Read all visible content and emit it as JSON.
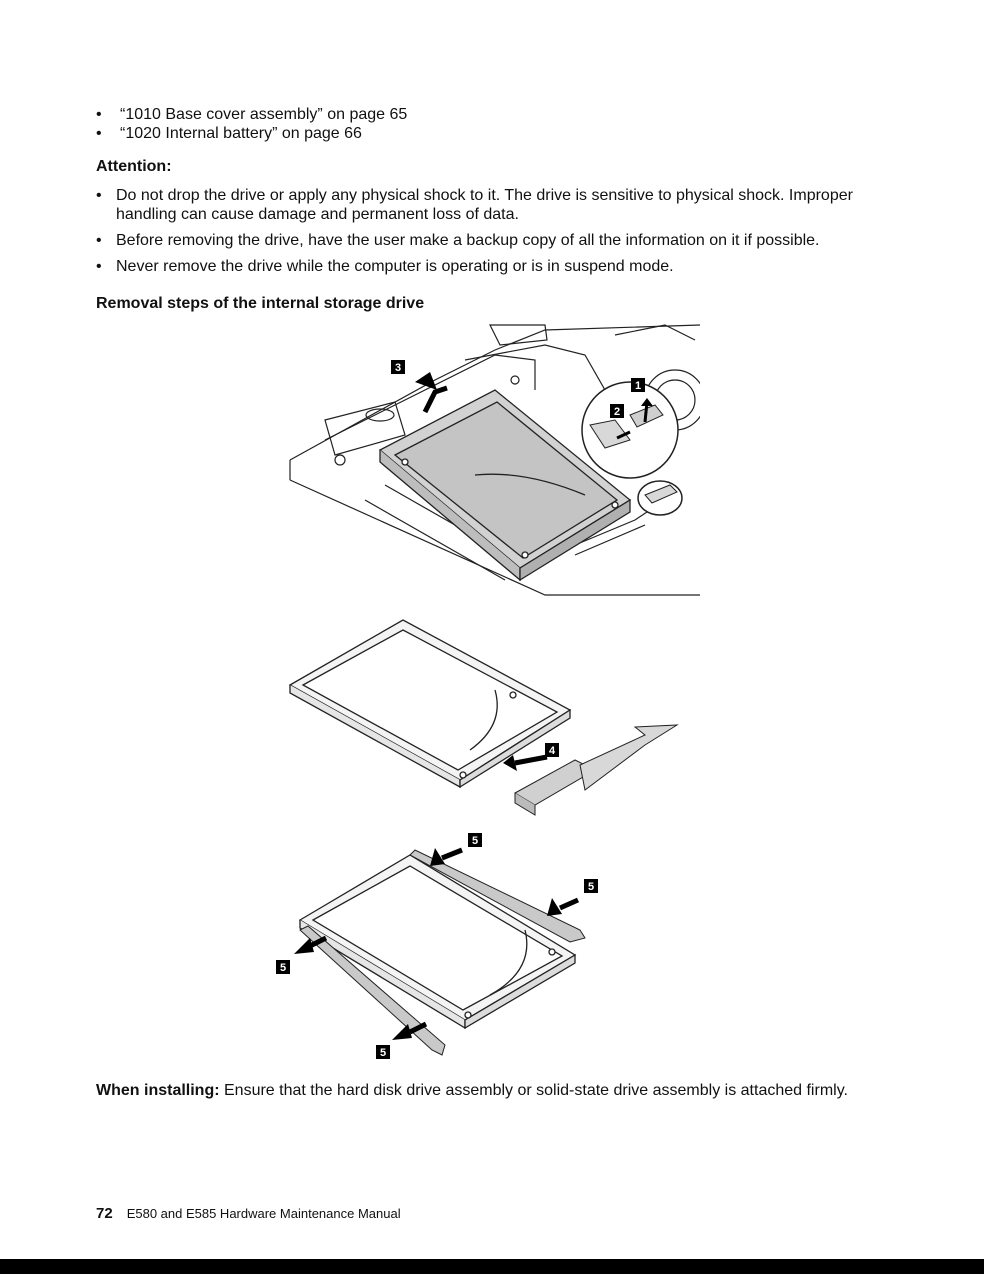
{
  "prerequisites": [
    "“1010 Base cover assembly” on page 65",
    "“1020 Internal battery” on page 66"
  ],
  "attention": {
    "heading": "Attention:",
    "items": [
      "Do not drop the drive or apply any physical shock to it. The drive is sensitive to physical shock. Improper handling can cause damage and permanent loss of data.",
      "Before removing the drive, have the user make a backup copy of all the information on it if possible.",
      "Never remove the drive while the computer is operating or is in suspend mode."
    ]
  },
  "removal_heading": "Removal steps of the internal storage drive",
  "figures": {
    "fig1_callouts": [
      "1",
      "2",
      "3"
    ],
    "fig2_callouts": [
      "4"
    ],
    "fig3_callouts": [
      "5",
      "5",
      "5",
      "5"
    ]
  },
  "install_note": {
    "label": "When installing:",
    "text": " Ensure that the hard disk drive assembly or solid-state drive assembly is attached firmly."
  },
  "footer": {
    "page_number": "72",
    "manual_title": "E580 and E585 Hardware Maintenance Manual"
  }
}
